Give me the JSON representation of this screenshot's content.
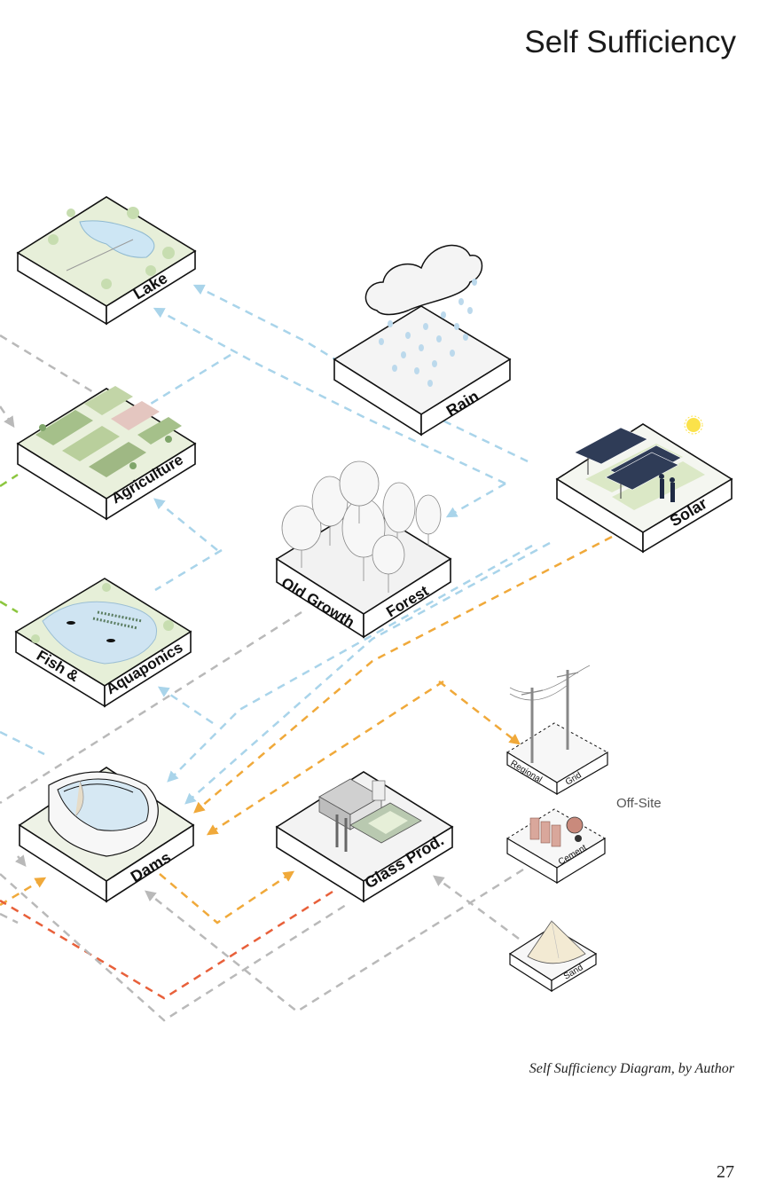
{
  "page": {
    "title": "Self Sufficiency",
    "caption": "Self Sufficiency Diagram, by Author",
    "page_number": "27"
  },
  "nodes": {
    "lake": {
      "label": "Lake",
      "icon": "lake-icon"
    },
    "rain": {
      "label": "Rain",
      "icon": "rain-cloud-icon"
    },
    "agriculture": {
      "label": "Agriculture",
      "icon": "crop-field-icon"
    },
    "solar": {
      "label": "Solar",
      "icon": "solar-panel-icon"
    },
    "forest": {
      "label_1": "Old Growth",
      "label_2": "Forest",
      "icon": "tree-icon"
    },
    "fish": {
      "label_1": "Fish &",
      "label_2": "Aquaponics",
      "icon": "fish-pond-icon"
    },
    "dams": {
      "label": "Dams",
      "icon": "dam-icon"
    },
    "glass": {
      "label": "Glass Prod.",
      "icon": "factory-icon"
    },
    "grid": {
      "label_1": "Regional",
      "label_2": "Grid",
      "icon": "power-pole-icon"
    },
    "cement": {
      "label": "Cement",
      "icon": "cement-mixer-icon"
    },
    "sand": {
      "label": "Sand",
      "icon": "sand-pile-icon"
    }
  },
  "offsite_label": "Off-Site",
  "colors": {
    "water": "#a9d4ea",
    "energy": "#f0a93a",
    "material": "#b9b9b9",
    "food": "#8cc63f",
    "fabrication": "#e8603a"
  }
}
